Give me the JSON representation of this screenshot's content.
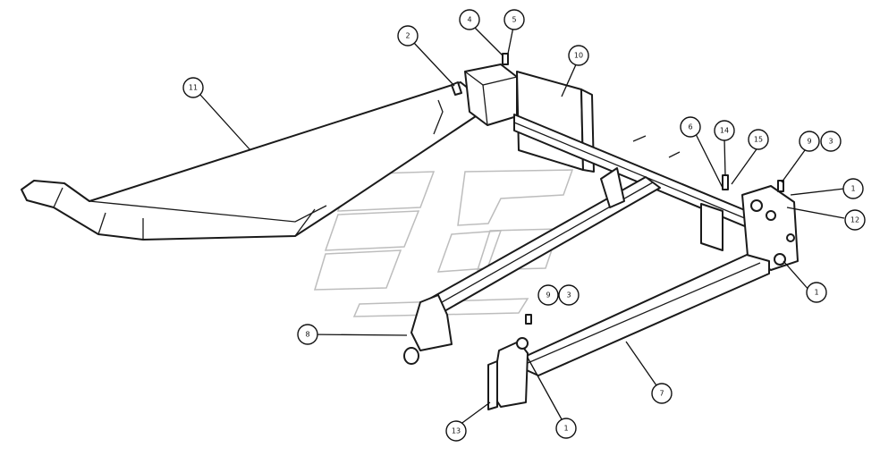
{
  "colors": {
    "line": "#1a1a1a",
    "background": "#ffffff",
    "watermark": "#bdbdbd"
  },
  "callouts": [
    {
      "id": "c-11",
      "label": "11"
    },
    {
      "id": "c-2",
      "label": "2"
    },
    {
      "id": "c-4",
      "label": "4"
    },
    {
      "id": "c-5a",
      "label": "5"
    },
    {
      "id": "c-10",
      "label": "10"
    },
    {
      "id": "c-6",
      "label": "6"
    },
    {
      "id": "c-14",
      "label": "14"
    },
    {
      "id": "c-15",
      "label": "15"
    },
    {
      "id": "c-9a",
      "label": "9"
    },
    {
      "id": "c-3a",
      "label": "3"
    },
    {
      "id": "c-1a",
      "label": "1"
    },
    {
      "id": "c-12",
      "label": "12"
    },
    {
      "id": "c-1b",
      "label": "1"
    },
    {
      "id": "c-9b",
      "label": "9"
    },
    {
      "id": "c-3b",
      "label": "3"
    },
    {
      "id": "c-8",
      "label": "8"
    },
    {
      "id": "c-7",
      "label": "7"
    },
    {
      "id": "c-13",
      "label": "13"
    },
    {
      "id": "c-1c",
      "label": "1"
    }
  ]
}
